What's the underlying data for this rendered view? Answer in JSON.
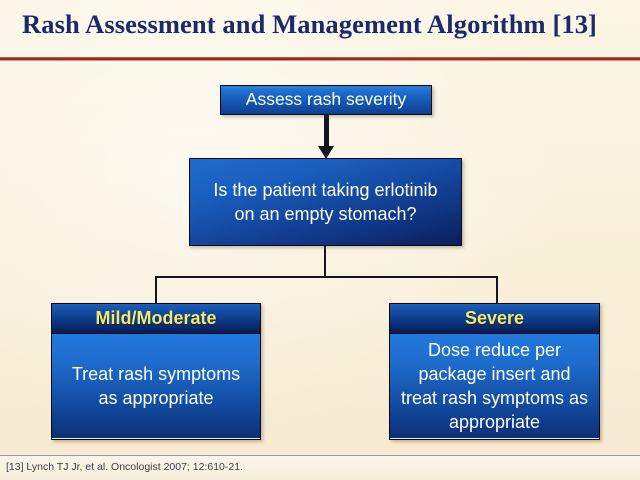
{
  "slide": {
    "title": "Rash Assessment and Management Algorithm [13]",
    "background_color": "#faf1dc",
    "title_color": "#1b2a6b",
    "rule_color": "#9e2d20",
    "box_accent_color": "#1455ae",
    "header_text_color": "#f5e96b"
  },
  "flowchart": {
    "type": "decision-flow",
    "nodes": [
      {
        "id": "assess",
        "label": "Assess rash severity",
        "kind": "process"
      },
      {
        "id": "question",
        "label": "Is the patient taking erlotinib on an empty stomach?",
        "kind": "decision"
      },
      {
        "id": "mild",
        "header": "Mild/Moderate",
        "body": "Treat rash symptoms as appropriate",
        "kind": "outcome"
      },
      {
        "id": "severe",
        "header": "Severe",
        "body": "Dose reduce per package insert and treat rash symptoms as appropriate",
        "kind": "outcome"
      }
    ],
    "edges": [
      {
        "from": "assess",
        "to": "question",
        "style": "arrow"
      },
      {
        "from": "question",
        "to": "mild",
        "style": "line"
      },
      {
        "from": "question",
        "to": "severe",
        "style": "line"
      }
    ]
  },
  "footer": {
    "citation": "[13] Lynch TJ Jr, et al. Oncologist 2007; 12:610-21."
  }
}
